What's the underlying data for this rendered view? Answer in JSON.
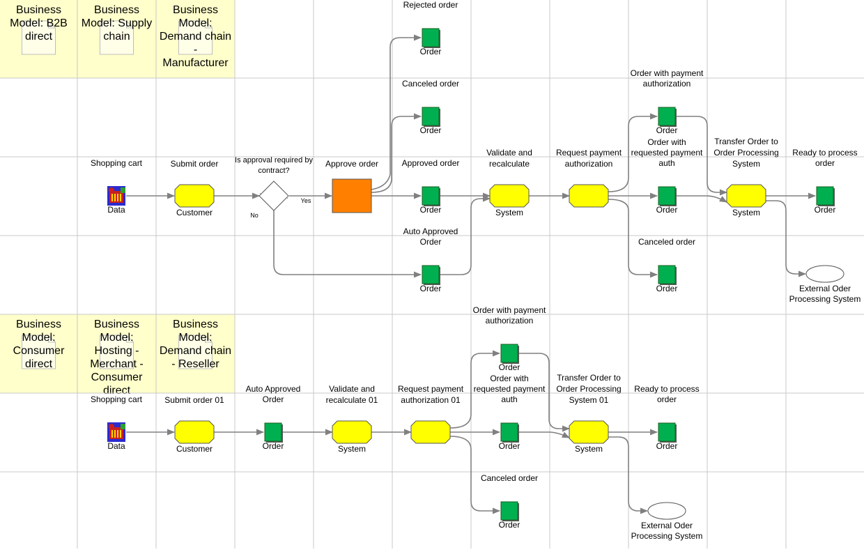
{
  "diagrams": [
    {
      "business_models": [
        "Business Model: B2B direct",
        "Business Model: Supply chain",
        "Business Model: Demand chain - Manufacturer"
      ],
      "steps": [
        {
          "id": "d1-src",
          "kind": "data",
          "title": "Shopping cart",
          "label": "Data"
        },
        {
          "id": "d1-submit",
          "kind": "function",
          "title": "Submit order",
          "label": "Customer"
        },
        {
          "id": "d1-gate",
          "kind": "gateway",
          "title": "Is approval required by contract?",
          "yes": "Yes",
          "no": "No"
        },
        {
          "id": "d1-approve",
          "kind": "subprocess",
          "title": "Approve order",
          "marker": "P"
        },
        {
          "id": "d1-rej",
          "kind": "document",
          "title": "Rejected order",
          "label": "Order"
        },
        {
          "id": "d1-can",
          "kind": "document",
          "title": "Canceled order",
          "label": "Order"
        },
        {
          "id": "d1-appr",
          "kind": "document",
          "title": "Approved order",
          "label": "Order"
        },
        {
          "id": "d1-auto",
          "kind": "document",
          "title": "Auto Approved Order",
          "label": "Order"
        },
        {
          "id": "d1-validate",
          "kind": "function",
          "title": "Validate and recalculate",
          "label": "System"
        },
        {
          "id": "d1-request",
          "kind": "function",
          "title": "Request payment authorization",
          "label": ""
        },
        {
          "id": "d1-paid",
          "kind": "document",
          "title": "Order with payment authorization",
          "label": "Order"
        },
        {
          "id": "d1-req",
          "kind": "document",
          "title": "Order with requested payment auth",
          "label": "Order"
        },
        {
          "id": "d1-can2",
          "kind": "document",
          "title": "Canceled order",
          "label": "Order"
        },
        {
          "id": "d1-transfer",
          "kind": "function",
          "title": "Transfer Order to Order Processing System",
          "label": "System"
        },
        {
          "id": "d1-ready",
          "kind": "document",
          "title": "Ready to process order",
          "label": "Order"
        },
        {
          "id": "d1-ext",
          "kind": "external",
          "title": "",
          "label": "External Oder Processing System"
        }
      ]
    },
    {
      "business_models": [
        "Business Model: Consumer direct",
        "Business Model: Hosting - Merchant - Consumer direct",
        "Business Model: Demand chain - Reseller"
      ],
      "steps": [
        {
          "id": "d2-src",
          "kind": "data",
          "title": "Shopping cart",
          "label": "Data"
        },
        {
          "id": "d2-submit",
          "kind": "function",
          "title": "Submit order 01",
          "label": "Customer"
        },
        {
          "id": "d2-auto",
          "kind": "document",
          "title": "Auto Approved Order",
          "label": "Order"
        },
        {
          "id": "d2-validate",
          "kind": "function",
          "title": "Validate and recalculate 01",
          "label": "System"
        },
        {
          "id": "d2-request",
          "kind": "function",
          "title": "Request payment authorization 01",
          "label": ""
        },
        {
          "id": "d2-paid",
          "kind": "document",
          "title": "Order with payment authorization",
          "label": "Order"
        },
        {
          "id": "d2-req",
          "kind": "document",
          "title": "Order with requested payment auth",
          "label": "Order"
        },
        {
          "id": "d2-can",
          "kind": "document",
          "title": "Canceled order",
          "label": "Order"
        },
        {
          "id": "d2-transfer",
          "kind": "function",
          "title": "Transfer Order to Order Processing System 01",
          "label": "System"
        },
        {
          "id": "d2-ready",
          "kind": "document",
          "title": "Ready to process order",
          "label": "Order"
        },
        {
          "id": "d2-ext",
          "kind": "external",
          "title": "",
          "label": "External Oder Processing System"
        }
      ]
    }
  ],
  "colors": {
    "function": "#ffff00",
    "subprocess": "#ff8000",
    "document": "#00b050",
    "header_band": "#ffffcc",
    "grid": "#c8c8c8",
    "connector": "#808080"
  }
}
